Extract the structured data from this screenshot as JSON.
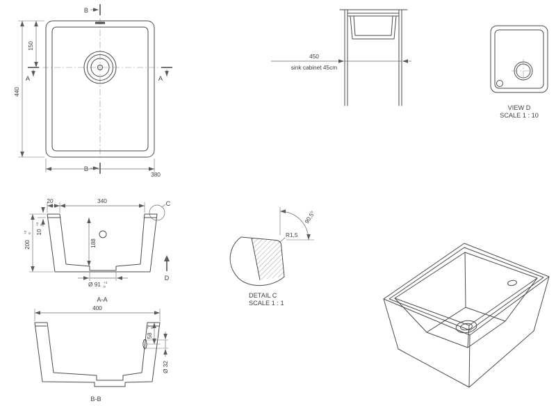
{
  "drawing": {
    "plan": {
      "section_b": "B",
      "section_a": "A",
      "dim_length": "440",
      "dim_drain_offset": "150",
      "dim_width": "380"
    },
    "cabinet": {
      "dim_width": "450",
      "caption": "sink cabinet 45cm"
    },
    "view_d": {
      "title": "VIEW D",
      "scale": "SCALE 1 : 10"
    },
    "section_aa": {
      "caption": "A-A",
      "dim_flange": "20",
      "dim_inner_width": "340",
      "dim_depth": "200",
      "dim_depth_tol_hi": "+2",
      "dim_depth_tol_lo": "0",
      "dim_rim_thickness": "10",
      "dim_rim_tol_hi": "+2",
      "dim_rim_tol_lo": "0",
      "dim_inner_depth": "188",
      "dim_drain_dia": "Ø 91",
      "dim_drain_tol_hi": "+1",
      "dim_drain_tol_lo": "0",
      "detail_label": "C",
      "view_label": "D"
    },
    "detail_c": {
      "caption": "DETAIL C",
      "scale": "SCALE 1 : 1",
      "radius": "R1,5",
      "angle": "90,5°"
    },
    "section_bb": {
      "caption": "B-B",
      "dim_width": "400",
      "dim_overflow_depth": "58",
      "dim_overflow_tol_hi": "+1",
      "dim_overflow_tol_lo": "0",
      "dim_overflow_dia": "Ø 32"
    }
  }
}
